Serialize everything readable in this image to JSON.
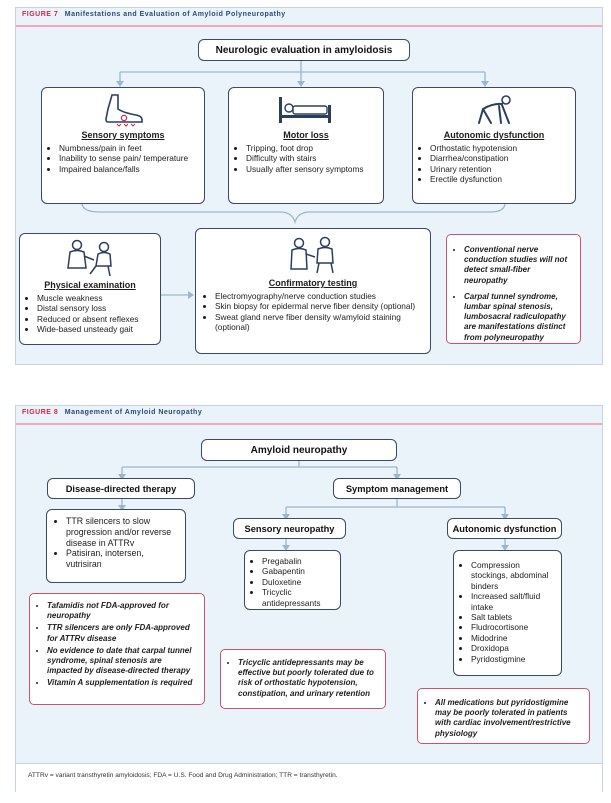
{
  "fig7": {
    "label": "FIGURE 7",
    "title": "Manifestations and Evaluation of Amyloid Polyneuropathy",
    "root": "Neurologic evaluation in amyloidosis",
    "sensory": {
      "title": "Sensory symptoms",
      "items": [
        "Numbness/pain in feet",
        "Inability to sense pain/ temperature",
        "Impaired balance/falls"
      ],
      "icon": "foot-pain-icon"
    },
    "motor": {
      "title": "Motor loss",
      "items": [
        "Tripping, foot drop",
        "Difficulty with stairs",
        "Usually after sensory symptoms"
      ],
      "icon": "bed-patient-icon"
    },
    "autonomic": {
      "title": "Autonomic dysfunction",
      "items": [
        "Orthostatic hypotension",
        "Diarrhea/constipation",
        "Urinary retention",
        "Erectile dysfunction"
      ],
      "icon": "crawling-person-icon"
    },
    "physical": {
      "title": "Physical examination",
      "items": [
        "Muscle weakness",
        "Distal sensory loss",
        "Reduced or absent reflexes",
        "Wide-based unsteady gait"
      ],
      "icon": "doctor-examining-icon"
    },
    "confirm": {
      "title": "Confirmatory testing",
      "items": [
        "Electromyography/nerve conduction studies",
        "Skin biopsy for epidermal nerve fiber density (optional)",
        "Sweat gland nerve fiber density w/amyloid staining (optional)"
      ],
      "icon": "doctor-testing-icon"
    },
    "note": {
      "items": [
        "Conventional nerve conduction studies will not detect small-fiber neuropathy",
        "Carpal tunnel syndrome, lumbar spinal stenosis, lumbosacral radiculopathy are manifestations distinct from polyneuropathy"
      ]
    }
  },
  "fig8": {
    "label": "FIGURE 8",
    "title": "Management of Amyloid Neuropathy",
    "root": "Amyloid neuropathy",
    "disease": {
      "title": "Disease-directed therapy",
      "items": [
        "TTR silencers to slow progression and/or reverse disease in ATTRv",
        "Patisiran, inotersen, vutrisiran"
      ]
    },
    "symptom": {
      "title": "Symptom management"
    },
    "sensory": {
      "title": "Sensory neuropathy",
      "items": [
        "Pregabalin",
        "Gabapentin",
        "Duloxetine",
        "Tricyclic antidepressants"
      ]
    },
    "autonomic": {
      "title": "Autonomic dysfunction",
      "items": [
        "Compression stockings, abdominal binders",
        "Increased salt/fluid intake",
        "Salt tablets",
        "Fludrocortisone",
        "Midodrine",
        "Droxidopa",
        "Pyridostigmine"
      ]
    },
    "note_left": {
      "items": [
        "Tafamidis not FDA-approved for neuropathy",
        "TTR silencers are only FDA-approved for ATTRv disease",
        "No evidence to date that carpal tunnel syndrome, spinal stenosis are impacted by disease-directed therapy",
        "Vitamin A supplementation is required"
      ]
    },
    "note_mid": {
      "items": [
        "Tricyclic antidepressants may be effective but poorly tolerated due to risk of orthostatic hypotension, constipation, and urinary retention"
      ]
    },
    "note_right": {
      "items": [
        "All medications but pyridostigmine may be poorly tolerated in patients with cardiac involvement/restrictive physiology"
      ]
    },
    "footer": "ATTRv = variant transthyretin amyloidosis; FDA = U.S. Food and Drug Administration; TTR = transthyretin."
  },
  "colors": {
    "panel_bg": "#eaf3fa",
    "accent_red": "#d0284c",
    "title_blue": "#2a4a7a",
    "note_border": "#c9536a",
    "connector": "#9ab7cf"
  }
}
